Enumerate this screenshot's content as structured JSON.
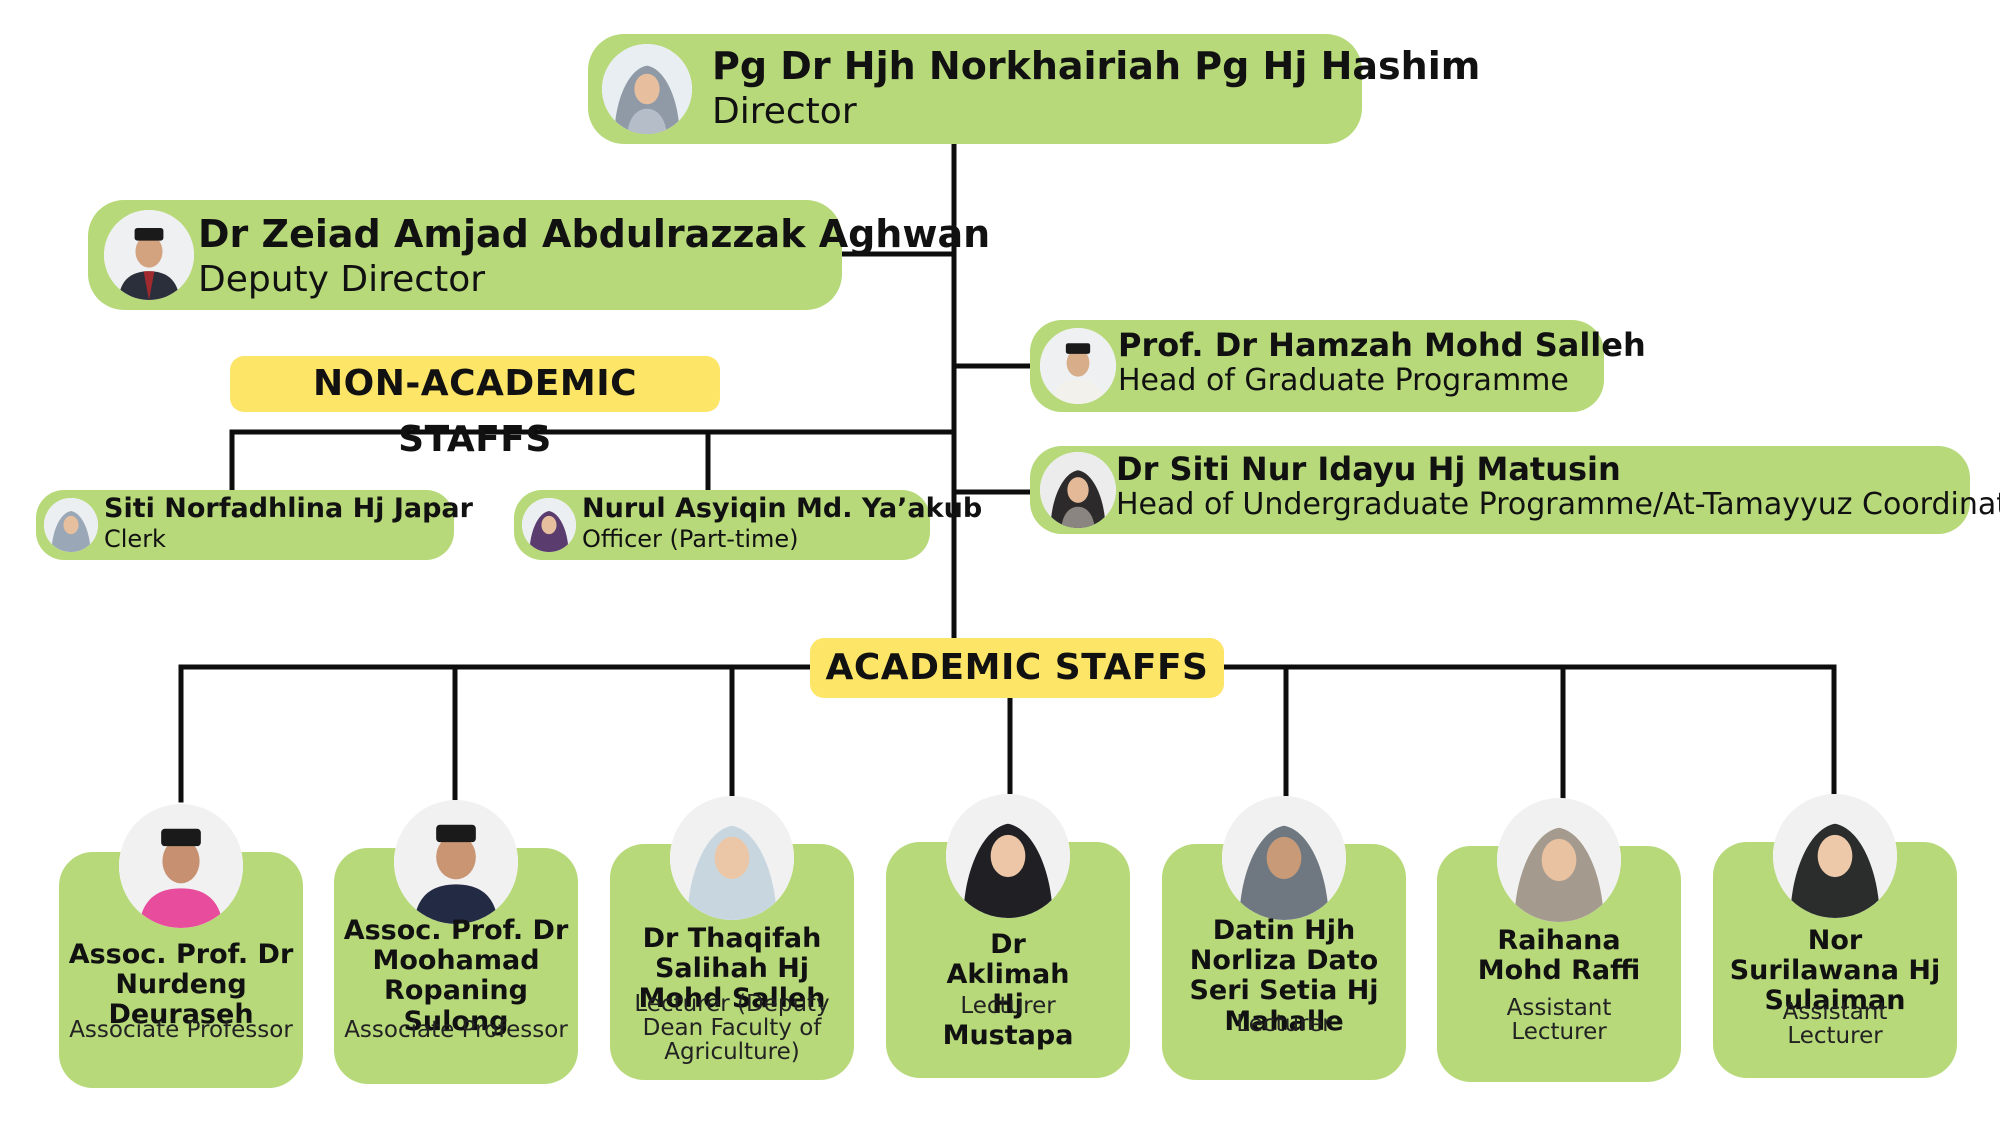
{
  "director": {
    "name": "Pg Dr Hjh Norkhairiah Pg Hj Hashim",
    "role": "Director",
    "avatar_icon": "person-hijab-icon"
  },
  "deputy": {
    "name": "Dr Zeiad Amjad Abdulrazzak Aghwan",
    "role": "Deputy Director",
    "avatar_icon": "person-songkok-icon"
  },
  "graduate_head": {
    "name": "Prof. Dr Hamzah Mohd Salleh",
    "role": "Head of Graduate Programme",
    "avatar_icon": "person-songkok-icon"
  },
  "undergrad_head": {
    "name": "Dr Siti Nur Idayu Hj Matusin",
    "role": "Head of Undergraduate Programme/At-Tamayyuz Coordinator",
    "avatar_icon": "person-hijab-icon"
  },
  "non_academic": {
    "label": "NON-ACADEMIC STAFFS",
    "staff": [
      {
        "name": "Siti Norfadhlina Hj Japar",
        "role": "Clerk",
        "avatar_icon": "person-hijab-icon"
      },
      {
        "name": "Nurul Asyiqin Md. Ya’akub",
        "role": "Officer (Part-time)",
        "avatar_icon": "person-hijab-icon"
      }
    ]
  },
  "academic": {
    "label": "ACADEMIC STAFFS",
    "staff": [
      {
        "name": "Assoc. Prof. Dr Nurdeng Deuraseh",
        "role": "Associate Professor",
        "avatar_icon": "person-songkok-icon"
      },
      {
        "name": "Assoc. Prof. Dr Moohamad Ropaning Sulong",
        "role": "Associate Professor",
        "avatar_icon": "person-songkok-icon"
      },
      {
        "name": "Dr Thaqifah Salihah Hj Mohd Salleh",
        "role": "Lecturer (Deputy Dean Faculty of Agriculture)",
        "avatar_icon": "person-hijab-icon"
      },
      {
        "name": "Dr Aklimah Hj Mustapa",
        "role": "Lecturer",
        "avatar_icon": "person-hijab-icon"
      },
      {
        "name": "Datin Hjh Norliza Dato Seri Setia Hj Mahalle",
        "role": "Lecturer",
        "avatar_icon": "person-hijab-icon"
      },
      {
        "name": "Raihana Mohd Raffi",
        "role": "Assistant Lecturer",
        "avatar_icon": "person-hijab-icon"
      },
      {
        "name": "Nor Surilawana Hj Sulaiman",
        "role": "Assistant Lecturer",
        "avatar_icon": "person-hijab-icon"
      }
    ]
  },
  "colors": {
    "box": "#b7d97a",
    "label": "#fde567",
    "line": "#0d0d0d"
  }
}
